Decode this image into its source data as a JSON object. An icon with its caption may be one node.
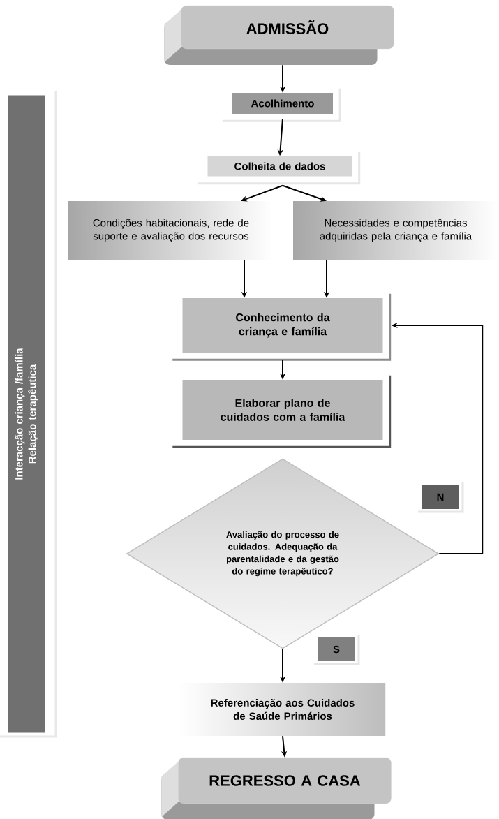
{
  "diagram": {
    "nodes": [
      {
        "text": [
          "ADMISSÃO"
        ]
      },
      {
        "text": [
          "Acolhimento"
        ]
      },
      {
        "text": [
          "Colheita de dados"
        ]
      },
      {
        "text": [
          "Condições habitacionais, rede de suporte e avaliação dos recursos"
        ]
      },
      {
        "text": [
          "Necessidades e competências adquiridas pela criança e família"
        ]
      },
      {
        "text": [
          "Conhecimento da criança e família"
        ]
      },
      {
        "text": [
          "Elaborar plano de cuidados com a família"
        ]
      },
      {
        "text": [
          "Avaliação do processo de cuidados. Adequação da parentalidade e da gestão do regime terapêutico?"
        ]
      },
      {
        "text": [
          "Referenciação aos Cuidados de Saúde Primários"
        ]
      },
      {
        "text": [
          "REGRESSO A CASA"
        ]
      },
      {
        "text": [
          "Interacção criança /família",
          "Relação terapêutica"
        ]
      }
    ],
    "edges": [
      {
        "from": 0,
        "to": 1,
        "arrow": "to"
      },
      {
        "from": 1,
        "to": 2,
        "arrow": "to"
      },
      {
        "from": 2,
        "to": 3,
        "arrow": "to"
      },
      {
        "from": 2,
        "to": 4,
        "arrow": "to"
      },
      {
        "from": 3,
        "to": 5,
        "arrow": "to"
      },
      {
        "from": 4,
        "to": 5,
        "arrow": "to"
      },
      {
        "from": 5,
        "to": 6,
        "arrow": "to"
      },
      {
        "from": 7,
        "to": 5,
        "arrow": "to",
        "label": "N"
      },
      {
        "from": 7,
        "to": 8,
        "arrow": "to",
        "label": "S"
      },
      {
        "from": 8,
        "to": 9,
        "arrow": "to"
      }
    ]
  }
}
